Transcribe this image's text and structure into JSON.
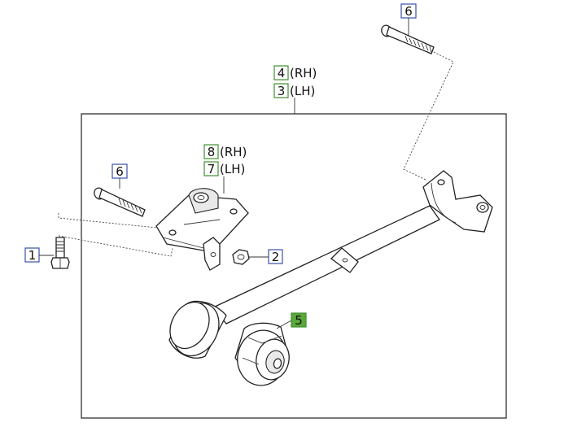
{
  "diagram": {
    "callouts": [
      {
        "id": "c1",
        "number": "1",
        "suffix": "",
        "style": "blue-box"
      },
      {
        "id": "c2",
        "number": "2",
        "suffix": "",
        "style": "blue-box"
      },
      {
        "id": "c3",
        "number": "3",
        "suffix": "(LH)",
        "style": "green-box"
      },
      {
        "id": "c4",
        "number": "4",
        "suffix": "(RH)",
        "style": "green-box"
      },
      {
        "id": "c5",
        "number": "5",
        "suffix": "",
        "style": "filled-green-box"
      },
      {
        "id": "c6a",
        "number": "6",
        "suffix": "",
        "style": "blue-box"
      },
      {
        "id": "c6b",
        "number": "6",
        "suffix": "",
        "style": "blue-box"
      },
      {
        "id": "c7",
        "number": "7",
        "suffix": "(LH)",
        "style": "green-box"
      },
      {
        "id": "c8",
        "number": "8",
        "suffix": "(RH)",
        "style": "green-box"
      }
    ],
    "colors": {
      "blue_box": "#3a4fa8",
      "green_box": "#3f8f2f",
      "filled_green": "#5aa83a",
      "line": "#222222"
    }
  }
}
